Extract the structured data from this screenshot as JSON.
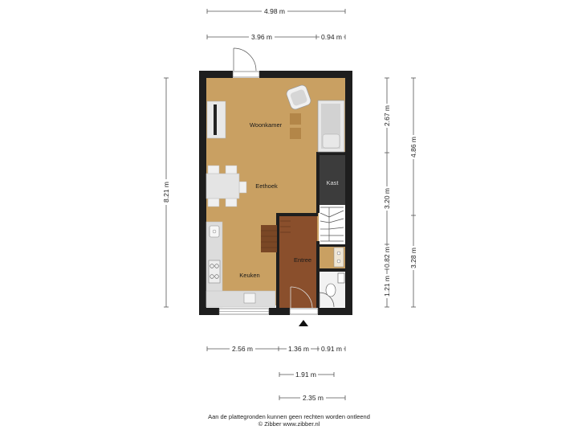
{
  "rooms": {
    "woonkamer": "Woonkamer",
    "eethoek": "Eethoek",
    "keuken": "Keuken",
    "entree": "Entree",
    "kast": "Kast"
  },
  "dimensions": {
    "top_total": "4.98 m",
    "top_left": "3.96 m",
    "top_right": "0.94 m",
    "left_total": "8.21 m",
    "right_inner_top": "2.67 m",
    "right_inner_mid": "3.20 m",
    "right_inner_low": "0.82 m",
    "right_inner_bottom": "1.21 m",
    "right_outer_top": "4.86 m",
    "right_outer_bottom": "3.28 m",
    "bottom_left": "2.56 m",
    "bottom_mid": "1.36 m",
    "bottom_right": "0.91 m",
    "bottom_row2": "1.91 m",
    "bottom_row3": "2.35 m"
  },
  "footer": {
    "line1": "Aan de plattegronden kunnen geen rechten worden ontleend",
    "line2": "© Zibber www.zibber.nl"
  },
  "colors": {
    "wall": "#1e1e1e",
    "living_floor": "#c9a062",
    "entree_floor": "#8a4f2c",
    "kast_floor": "#3c3c3c",
    "toilet_floor": "#f2f2f2",
    "furniture": "#dcdcdc"
  }
}
